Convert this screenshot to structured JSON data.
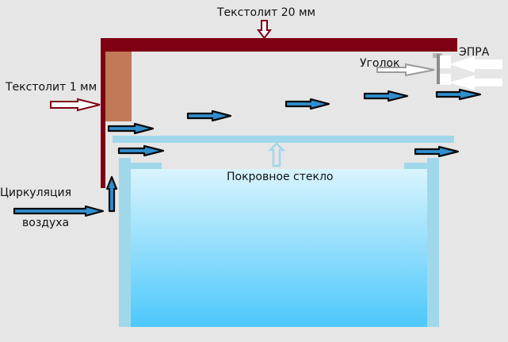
{
  "labels": {
    "top_textolite": "Текстолит 20 мм",
    "side_textolite": "Текстолит 1 мм",
    "angle": "Уголок",
    "ballast": "ЭПРА",
    "cover_glass": "Покровное стекло",
    "circulation_line1": "Циркуляция",
    "circulation_line2": "воздуха"
  },
  "colors": {
    "background": "#e6e6e6",
    "textolite": "#800013",
    "brown_block": "#c07a58",
    "glass": "#a0d8ea",
    "water_top": "#d9f4fd",
    "water_bottom": "#4cc8fb",
    "flow_arrow_fill": "#2f8fce",
    "flow_arrow_stroke": "#0a0a0a",
    "angle_gray": "#8c8c8c",
    "ballast_white": "#ffffff"
  }
}
